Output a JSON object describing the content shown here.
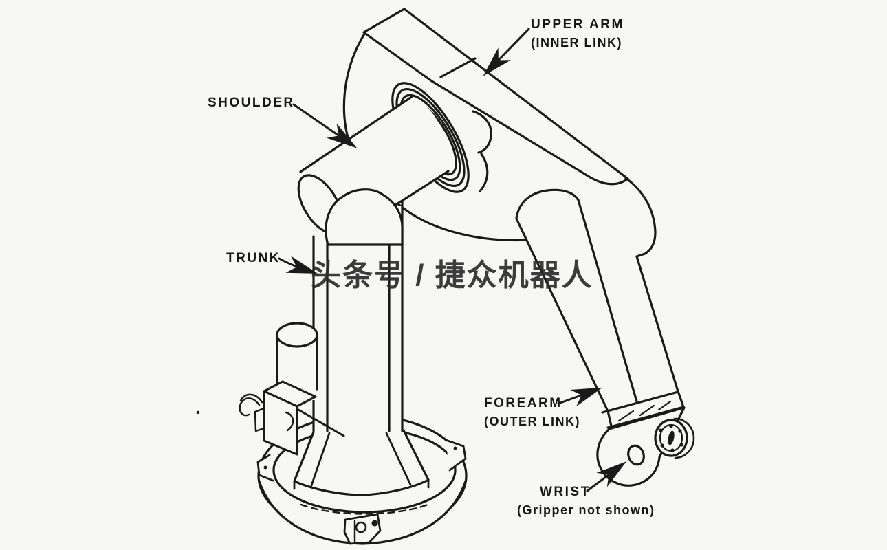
{
  "figure": {
    "background": "#f7f7f5",
    "ink": "#1a1a1a",
    "watermark": "头条号 / 捷众机器人",
    "labels": {
      "upper_arm_1": "UPPER ARM",
      "upper_arm_2": "(INNER LINK)",
      "shoulder": "SHOULDER",
      "trunk": "TRUNK",
      "forearm_1": "FOREARM",
      "forearm_2": "(OUTER LINK)",
      "wrist_1": "WRIST",
      "wrist_2": "(Gripper not shown)"
    }
  }
}
